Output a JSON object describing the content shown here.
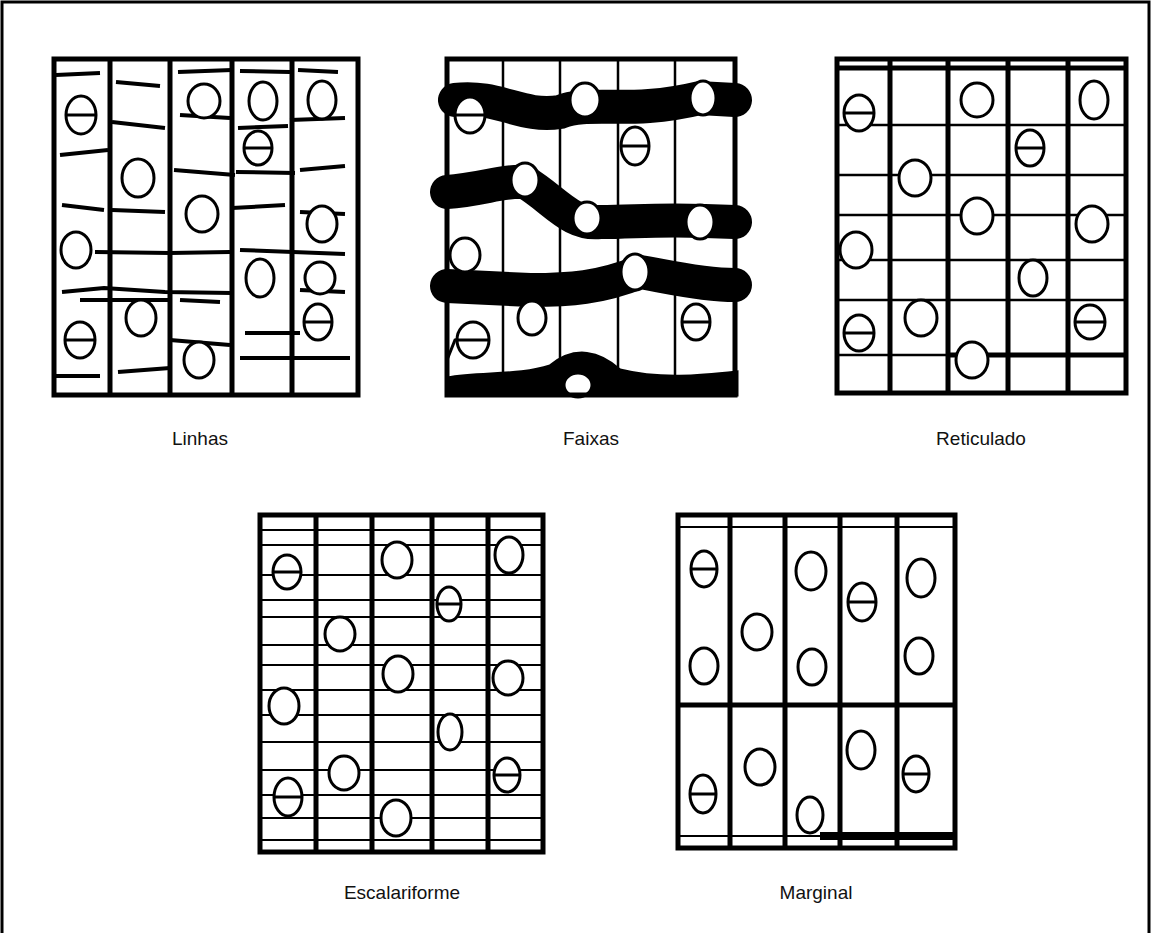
{
  "diagram": {
    "labels": [
      "Linhas",
      "Faixas",
      "Reticulado",
      "Escalariforme",
      "Marginal"
    ]
  }
}
